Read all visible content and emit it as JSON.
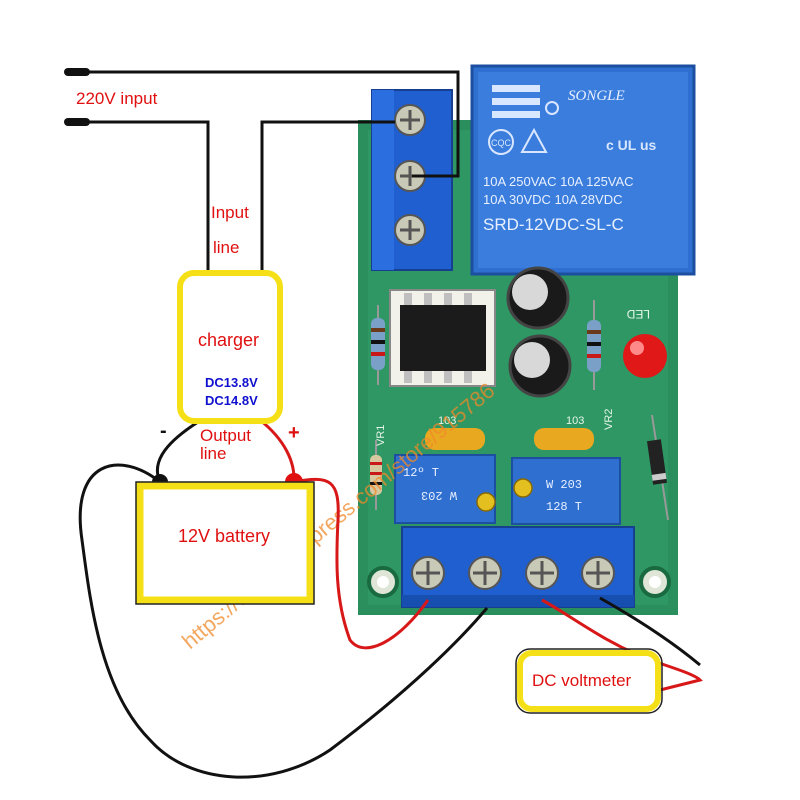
{
  "labels": {
    "input_220v": "220V input",
    "input_line_1": "Input",
    "input_line_2": "line",
    "charger": "charger",
    "dc1": "DC13.8V",
    "dc2": "DC14.8V",
    "output_line_1": "Output",
    "output_line_2": "line",
    "minus": "-",
    "plus": "+",
    "battery": "12V battery",
    "voltmeter": "DC voltmeter"
  },
  "relay": {
    "brand": "SONGLE",
    "rating_1": "10A 250VAC  10A 125VAC",
    "rating_2": "10A   30VDC  10A   28VDC",
    "model": "SRD-12VDC-SL-C",
    "cqc": "CQC",
    "ul": "c UL us"
  },
  "board": {
    "led_label": "LED",
    "cap_label_1": "103",
    "cap_label_2": "103",
    "vr1": "VR1",
    "vr2": "VR2",
    "pot1_top": "12º  T",
    "pot1_bottom": "W  203",
    "pot2_top": "W  203",
    "pot2_bottom": "128  T"
  },
  "watermark": "https://www.aliexpress.com/store/915786",
  "colors": {
    "board": "#2a8f5c",
    "relay": "#2f6fd0",
    "terminal": "#1f5fd0",
    "highlight": "#f5e018",
    "wire_red": "#d81818",
    "wire_black": "#111111",
    "label_red": "#e01010",
    "label_blue": "#1010d0"
  }
}
